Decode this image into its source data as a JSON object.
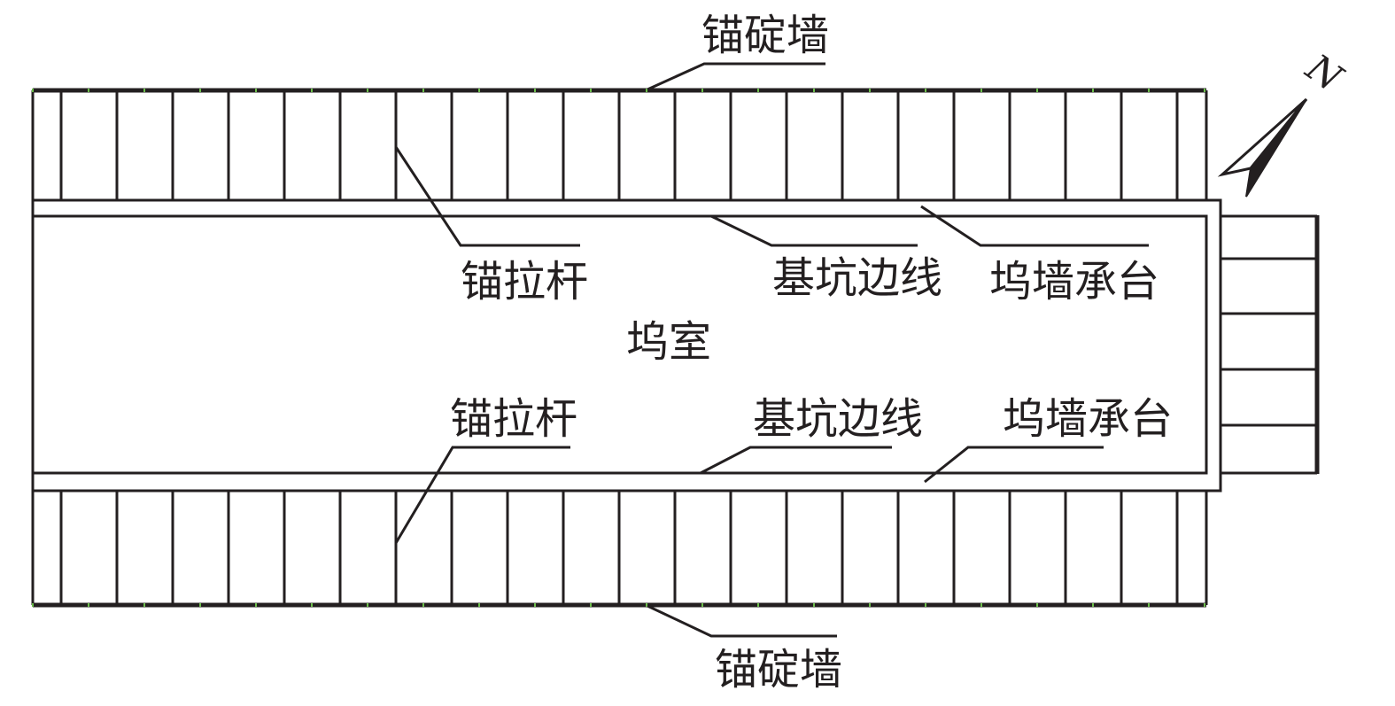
{
  "labels": {
    "top_wall": "锚碇墙",
    "bottom_wall": "锚碇墙",
    "tie_rod_upper": "锚拉杆",
    "tie_rod_lower": "锚拉杆",
    "pit_edge_upper": "基坑边线",
    "pit_edge_lower": "基坑边线",
    "dock_wall_cap_upper": "坞墙承台",
    "dock_wall_cap_lower": "坞墙承台",
    "dock_chamber": "坞室",
    "north": "N"
  },
  "colors": {
    "line": "#231f20",
    "marker": "#6cbf4b"
  }
}
